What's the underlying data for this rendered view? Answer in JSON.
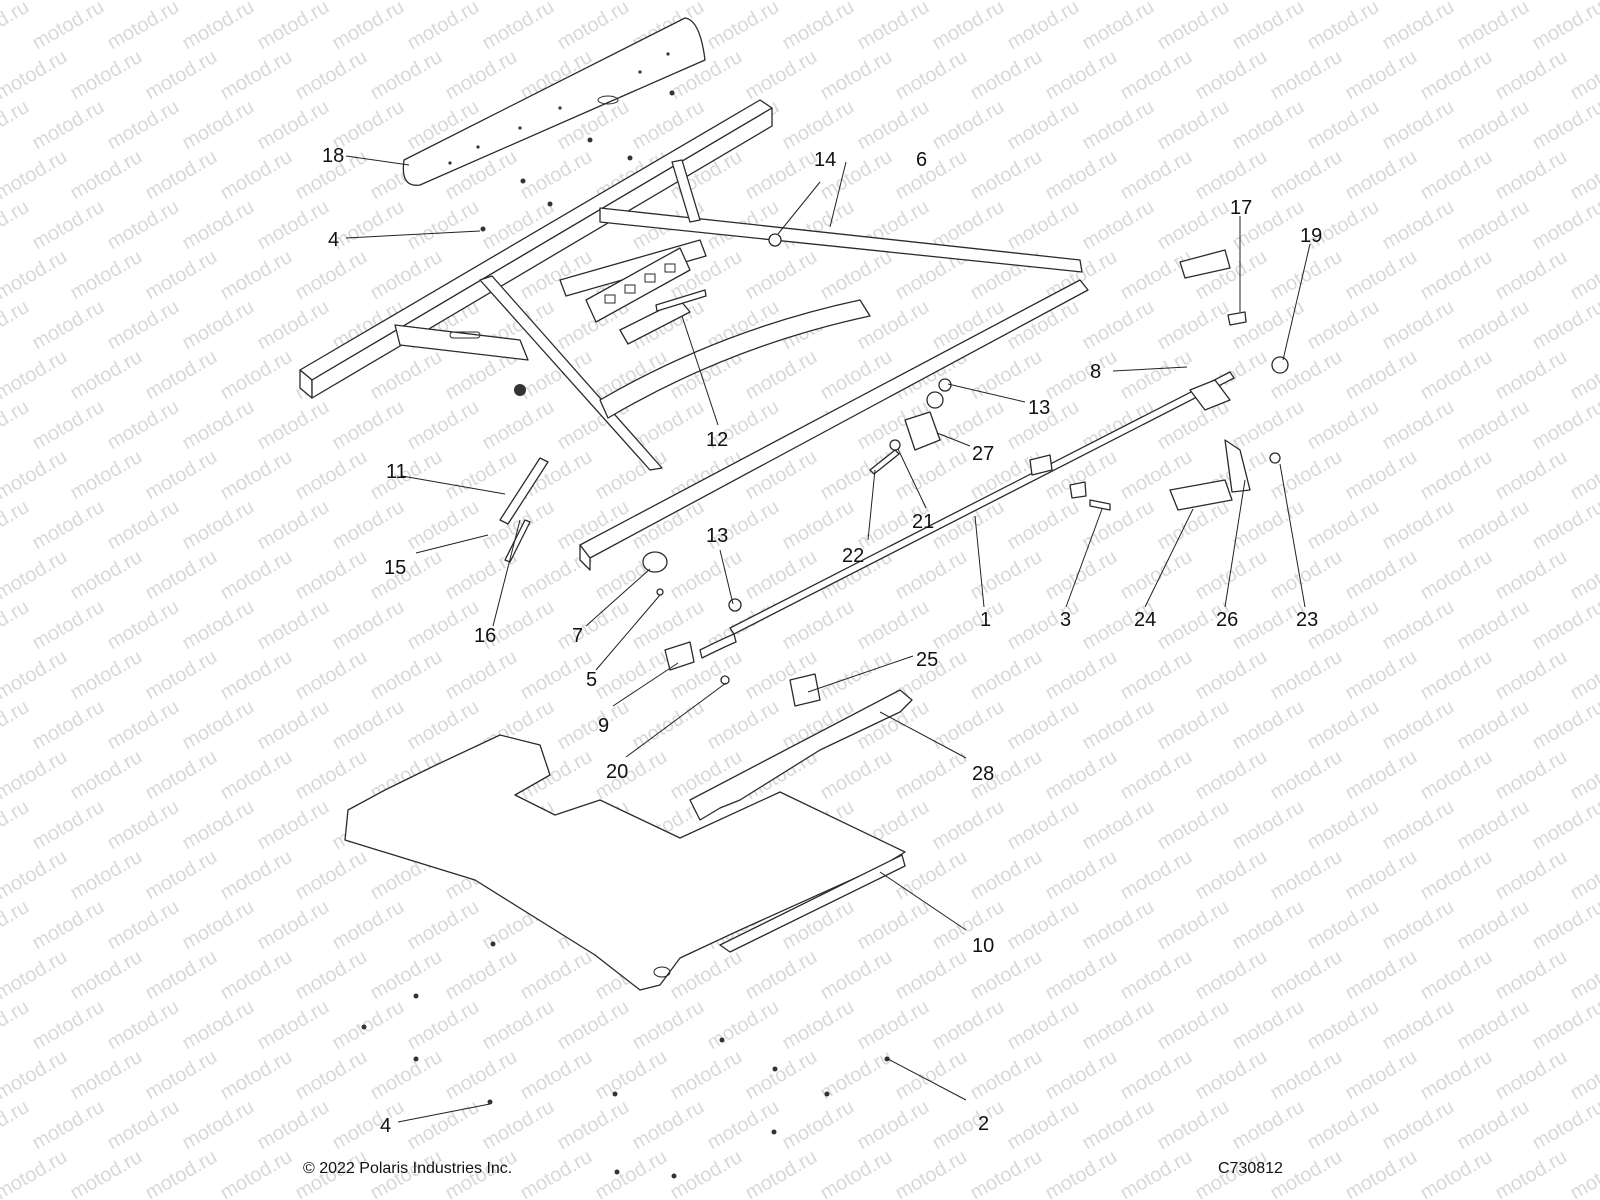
{
  "watermark": {
    "text": "motod.ru"
  },
  "footer": {
    "copyright": "© 2022 Polaris Industries Inc.",
    "figure_code": "C730812"
  },
  "callouts": {
    "c1": "1",
    "c2": "2",
    "c3": "3",
    "c4a": "4",
    "c4b": "4",
    "c5": "5",
    "c6": "6",
    "c7": "7",
    "c8": "8",
    "c9": "9",
    "c10": "10",
    "c11": "11",
    "c12": "12",
    "c13a": "13",
    "c13b": "13",
    "c14": "14",
    "c15": "15",
    "c16": "16",
    "c17": "17",
    "c18": "18",
    "c19": "19",
    "c20": "20",
    "c21": "21",
    "c22": "22",
    "c23": "23",
    "c24": "24",
    "c25": "25",
    "c26": "26",
    "c27": "27",
    "c28": "28"
  }
}
